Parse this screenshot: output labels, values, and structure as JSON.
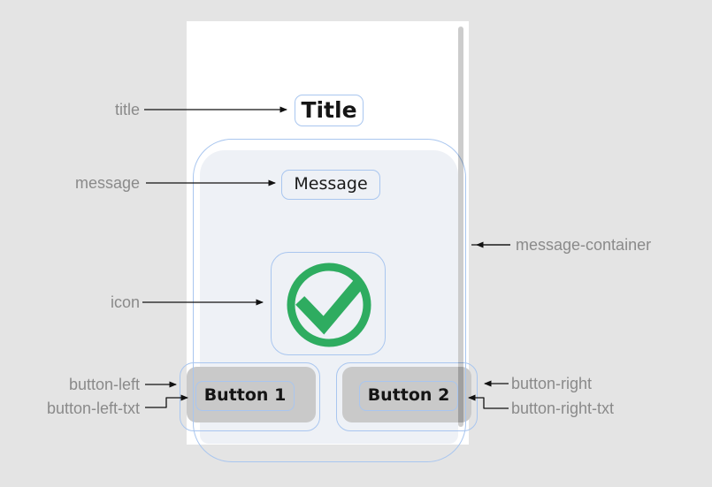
{
  "mockup": {
    "title": "Title",
    "message": "Message",
    "buttons": {
      "left": "Button 1",
      "right": "Button 2"
    },
    "icon": "check-circle-icon",
    "colors": {
      "canvas_bg": "#e4e4e4",
      "screen_bg": "#ffffff",
      "container_fill": "#eef1f6",
      "overlay_border": "#a9c6ef",
      "button_gray": "#c9c9c9",
      "icon_green": "#2eac60",
      "label_gray": "#8a8a8a"
    }
  },
  "labels": {
    "title": "title",
    "message": "message",
    "message_container": "message-container",
    "icon": "icon",
    "button_left": "button-left",
    "button_left_txt": "button-left-txt",
    "button_right": "button-right",
    "button_right_txt": "button-right-txt"
  }
}
